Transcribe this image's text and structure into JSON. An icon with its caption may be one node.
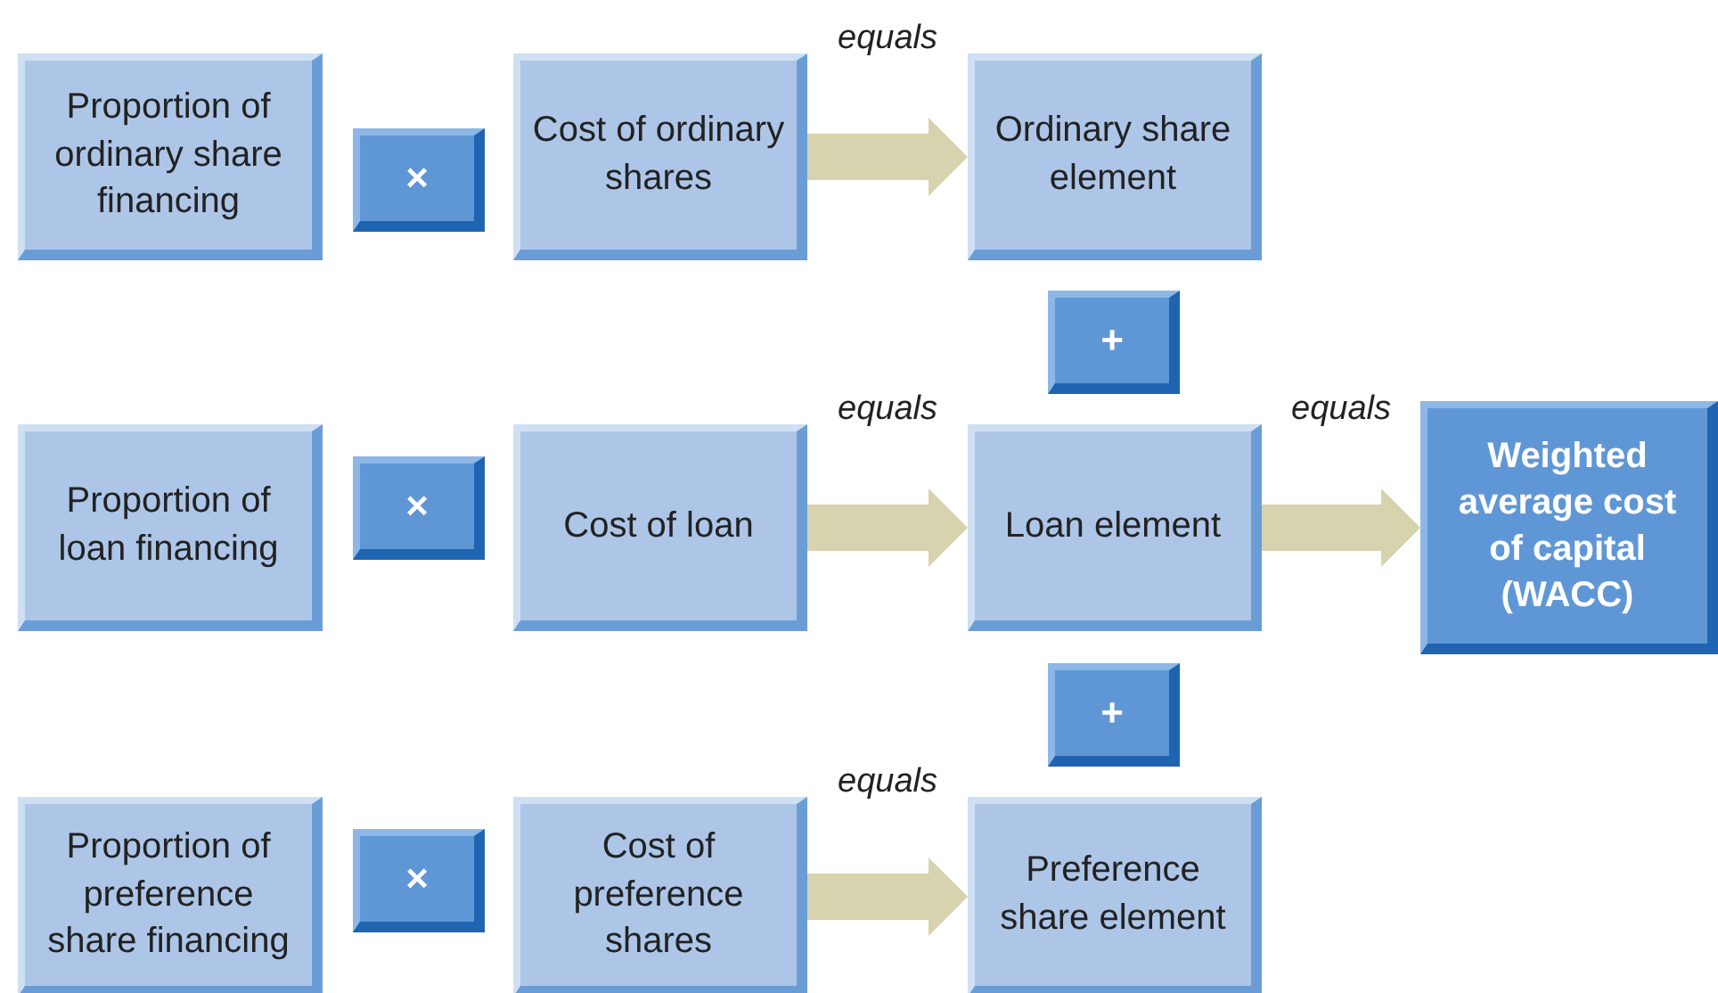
{
  "diagram": {
    "nodes": [
      {
        "text": [
          "Proportion of ordinary share financing"
        ]
      },
      {
        "text": [
          "×"
        ]
      },
      {
        "text": [
          "Cost of ordinary shares"
        ]
      },
      {
        "text": [
          "Ordinary share element"
        ]
      },
      {
        "text": [
          "+"
        ]
      },
      {
        "text": [
          "Proportion of loan financing"
        ]
      },
      {
        "text": [
          "×"
        ]
      },
      {
        "text": [
          "Cost of loan"
        ]
      },
      {
        "text": [
          "Loan element"
        ]
      },
      {
        "text": [
          "Weighted average cost of capital (WACC)"
        ]
      },
      {
        "text": [
          "+"
        ]
      },
      {
        "text": [
          "Proportion of preference share financing"
        ]
      },
      {
        "text": [
          "×"
        ]
      },
      {
        "text": [
          "Cost of preference shares"
        ]
      },
      {
        "text": [
          "Preference share element"
        ]
      }
    ],
    "edges": [
      {
        "from": 2,
        "to": 3,
        "arrow": "to",
        "label": "equals"
      },
      {
        "from": 7,
        "to": 8,
        "arrow": "to",
        "label": "equals"
      },
      {
        "from": 8,
        "to": 9,
        "arrow": "to",
        "label": "equals"
      },
      {
        "from": 13,
        "to": 14,
        "arrow": "to",
        "label": "equals"
      }
    ]
  }
}
